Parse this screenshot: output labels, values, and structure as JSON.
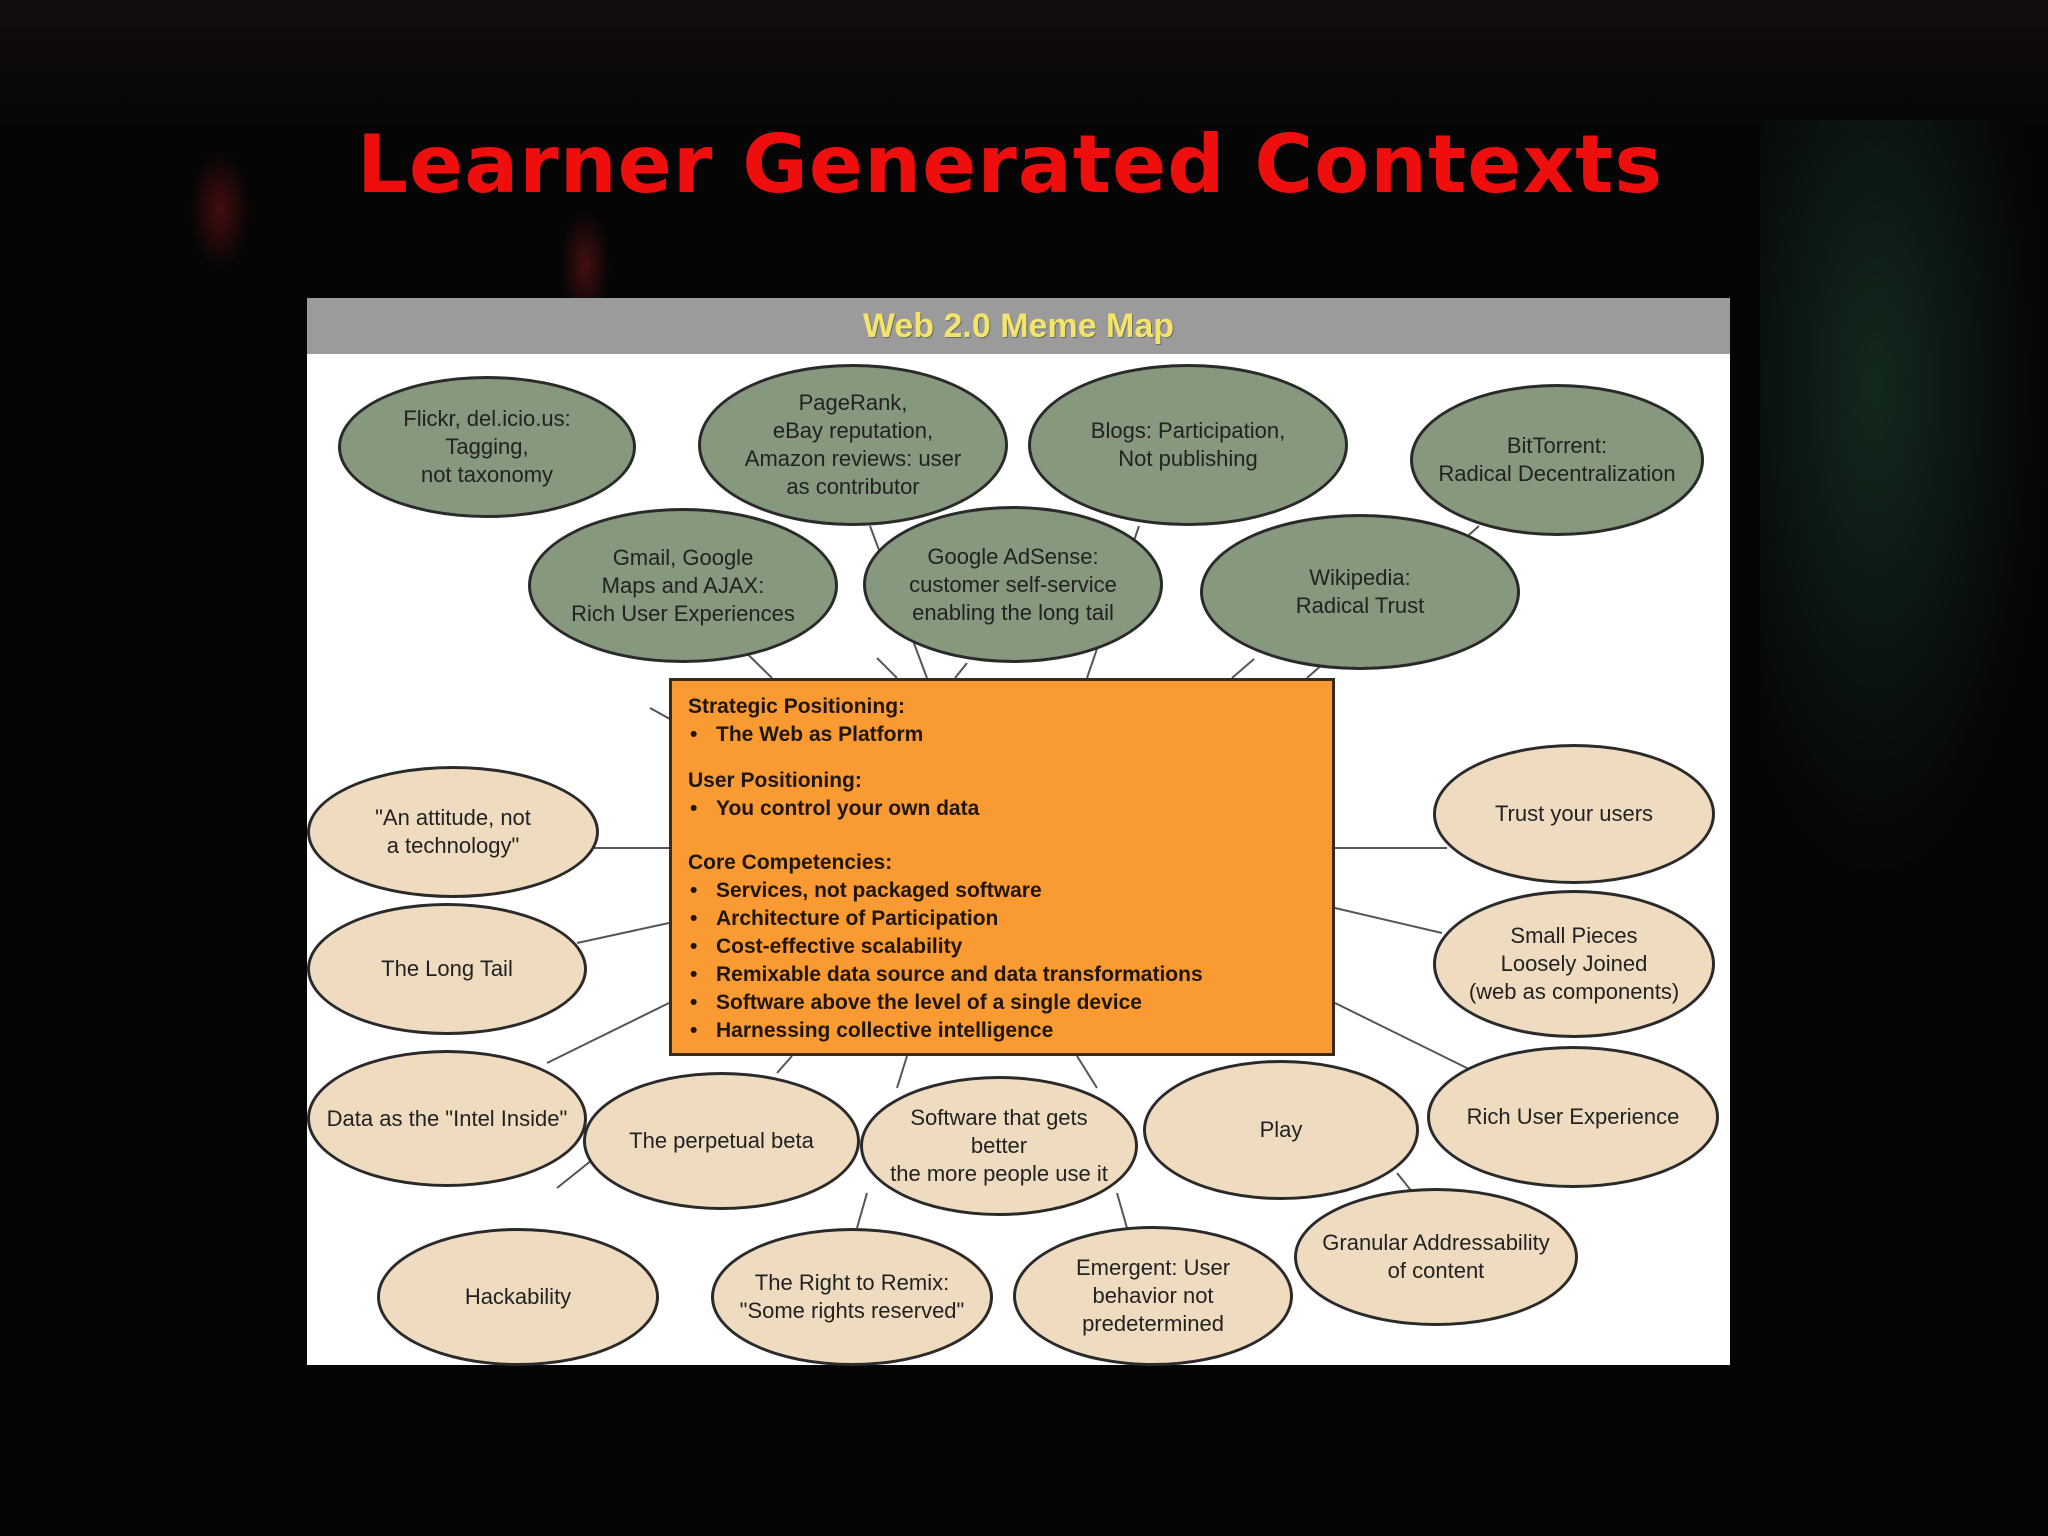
{
  "slide": {
    "title": "Learner Generated Contexts"
  },
  "meme_map": {
    "title": "Web 2.0 Meme Map",
    "core": {
      "strategic_heading": "Strategic Positioning:",
      "strategic_items": [
        "The Web as Platform"
      ],
      "user_heading": "User Positioning:",
      "user_items": [
        "You control your own data"
      ],
      "competencies_heading": "Core Competencies:",
      "competencies_items": [
        "Services, not packaged software",
        "Architecture of Participation",
        "Cost-effective scalability",
        "Remixable data source and data transformations",
        "Software above the level of a single device",
        "Harnessing collective intelligence"
      ]
    },
    "green_nodes": [
      "Flickr, del.icio.us:\nTagging,\nnot taxonomy",
      "PageRank,\neBay reputation,\nAmazon reviews:  user\nas contributor",
      "Blogs:  Participation,\nNot publishing",
      "BitTorrent:\nRadical Decentralization",
      "Gmail, Google\nMaps and AJAX:\nRich User Experiences",
      "Google AdSense:\ncustomer self-service\nenabling the long tail",
      "Wikipedia:\nRadical Trust"
    ],
    "tan_nodes": [
      "\"An attitude, not\na technology\"",
      "The Long Tail",
      "Data as the \"Intel Inside\"",
      "The perpetual beta",
      "Software that gets\nbetter\nthe more people use it",
      "Play",
      "Rich User Experience",
      "Hackability",
      "The Right to Remix:\n\"Some rights reserved\"",
      "Emergent:  User\nbehavior not\npredetermined",
      "Granular Addressability\nof content",
      "Trust your users",
      "Small Pieces\nLoosely Joined\n(web as components)"
    ]
  }
}
